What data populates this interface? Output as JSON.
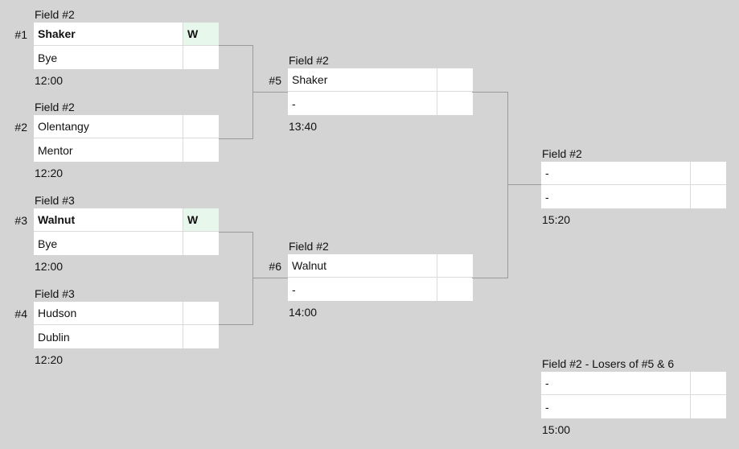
{
  "bracket": {
    "colors": {
      "background": "#d4d4d4",
      "box": "#ffffff",
      "winner_score_background": "#e7f7ec",
      "connector": "#9a9a9a",
      "cell_divider": "#dadada"
    },
    "matches": [
      {
        "number": "#1",
        "field": "Field #2",
        "time": "12:00",
        "top": {
          "name": "Shaker",
          "score": "W",
          "winner": true
        },
        "bottom": {
          "name": "Bye",
          "score": "",
          "winner": false
        }
      },
      {
        "number": "#2",
        "field": "Field #2",
        "time": "12:20",
        "top": {
          "name": "Olentangy",
          "score": "",
          "winner": false
        },
        "bottom": {
          "name": "Mentor",
          "score": "",
          "winner": false
        }
      },
      {
        "number": "#3",
        "field": "Field #3",
        "time": "12:00",
        "top": {
          "name": "Walnut",
          "score": "W",
          "winner": true
        },
        "bottom": {
          "name": "Bye",
          "score": "",
          "winner": false
        }
      },
      {
        "number": "#4",
        "field": "Field #3",
        "time": "12:20",
        "top": {
          "name": "Hudson",
          "score": "",
          "winner": false
        },
        "bottom": {
          "name": "Dublin",
          "score": "",
          "winner": false
        }
      },
      {
        "number": "#5",
        "field": "Field #2",
        "time": "13:40",
        "top": {
          "name": "Shaker",
          "score": "",
          "winner": false
        },
        "bottom": {
          "name": "-",
          "score": "",
          "winner": false
        }
      },
      {
        "number": "#6",
        "field": "Field #2",
        "time": "14:00",
        "top": {
          "name": "Walnut",
          "score": "",
          "winner": false
        },
        "bottom": {
          "name": "-",
          "score": "",
          "winner": false
        }
      },
      {
        "number": "",
        "field": "Field #2",
        "time": "15:20",
        "top": {
          "name": "-",
          "score": "",
          "winner": false
        },
        "bottom": {
          "name": "-",
          "score": "",
          "winner": false
        }
      },
      {
        "number": "",
        "field": "Field #2 - Losers of #5 & 6",
        "time": "15:00",
        "top": {
          "name": "-",
          "score": "",
          "winner": false
        },
        "bottom": {
          "name": "-",
          "score": "",
          "winner": false
        }
      }
    ]
  }
}
